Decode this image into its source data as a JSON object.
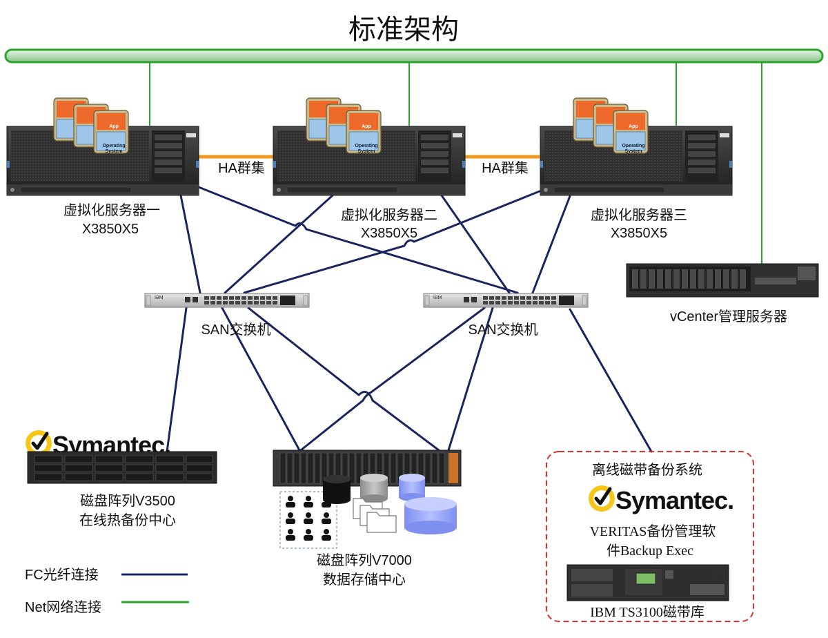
{
  "title": "标准架构",
  "servers": [
    {
      "name": "虚拟化服务器一",
      "model": "X3850X5"
    },
    {
      "name": "虚拟化服务器二",
      "model": "X3850X5"
    },
    {
      "name": "虚拟化服务器三",
      "model": "X3850X5"
    }
  ],
  "vm_stack": {
    "app": "App",
    "os_line1": "Operating",
    "os_line2": "System"
  },
  "ha_label": "HA群集",
  "san_switch_label": "SAN交换机",
  "vcenter_label": "vCenter管理服务器",
  "storage_v3500": {
    "line1": "磁盘阵列V3500",
    "line2": "在线热备份中心"
  },
  "storage_v7000": {
    "line1": "磁盘阵列V7000",
    "line2": "数据存储中心"
  },
  "tape_system": {
    "title": "离线磁带备份系统",
    "software_line1": "VERITAS备份管理软",
    "software_line2": "件Backup Exec",
    "library": "IBM TS3100磁带库"
  },
  "brand": {
    "symantec": "Symantec.",
    "ibm": "IBM"
  },
  "legend": [
    {
      "label": "FC光纤连接",
      "color": "#1a2560"
    },
    {
      "label": "Net网络连接",
      "color": "#2aa32a"
    }
  ],
  "colors": {
    "fc": "#1a2560",
    "net": "#2aa32a",
    "ha": "#f39c1f",
    "tape_border": "#e03030",
    "bus": "#c9e8c9"
  }
}
